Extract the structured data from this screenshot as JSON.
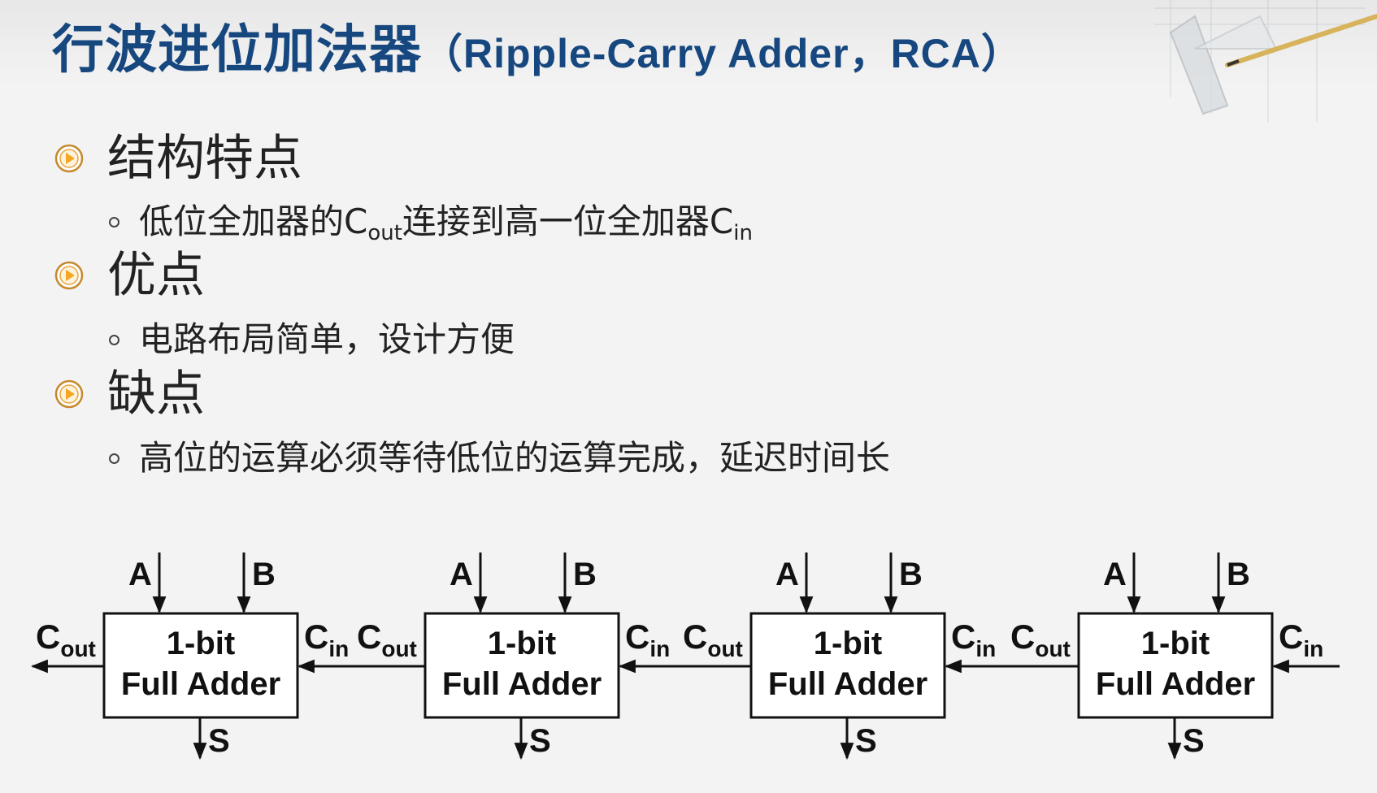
{
  "title": {
    "main": "行波进位加法器",
    "sub": "（Ripple-Carry Adder，RCA）"
  },
  "sections": [
    {
      "heading": "结构特点",
      "item": {
        "before": "低位全加器的C",
        "sub1": "out",
        "middle": "连接到高一位全加器C",
        "sub2": "in"
      }
    },
    {
      "heading": "优点",
      "item": {
        "text": "电路布局简单，设计方便"
      }
    },
    {
      "heading": "缺点",
      "item": {
        "text": "高位的运算必须等待低位的运算完成，延迟时间长"
      }
    }
  ],
  "diagram": {
    "block_line1": "1-bit",
    "block_line2": "Full Adder",
    "input_a": "A",
    "input_b": "B",
    "output_s": "S",
    "carry_letter": "C",
    "carry_out_sub": "out",
    "carry_in_sub": "in",
    "block_count": 4
  },
  "colors": {
    "title": "#17477f",
    "bullet_ring": "#e8a33a",
    "bullet_fill": "#f5b54a",
    "text": "#222222"
  },
  "icons": {
    "bullet": "play-circle-icon",
    "corner": "drafting-tools-icon"
  }
}
